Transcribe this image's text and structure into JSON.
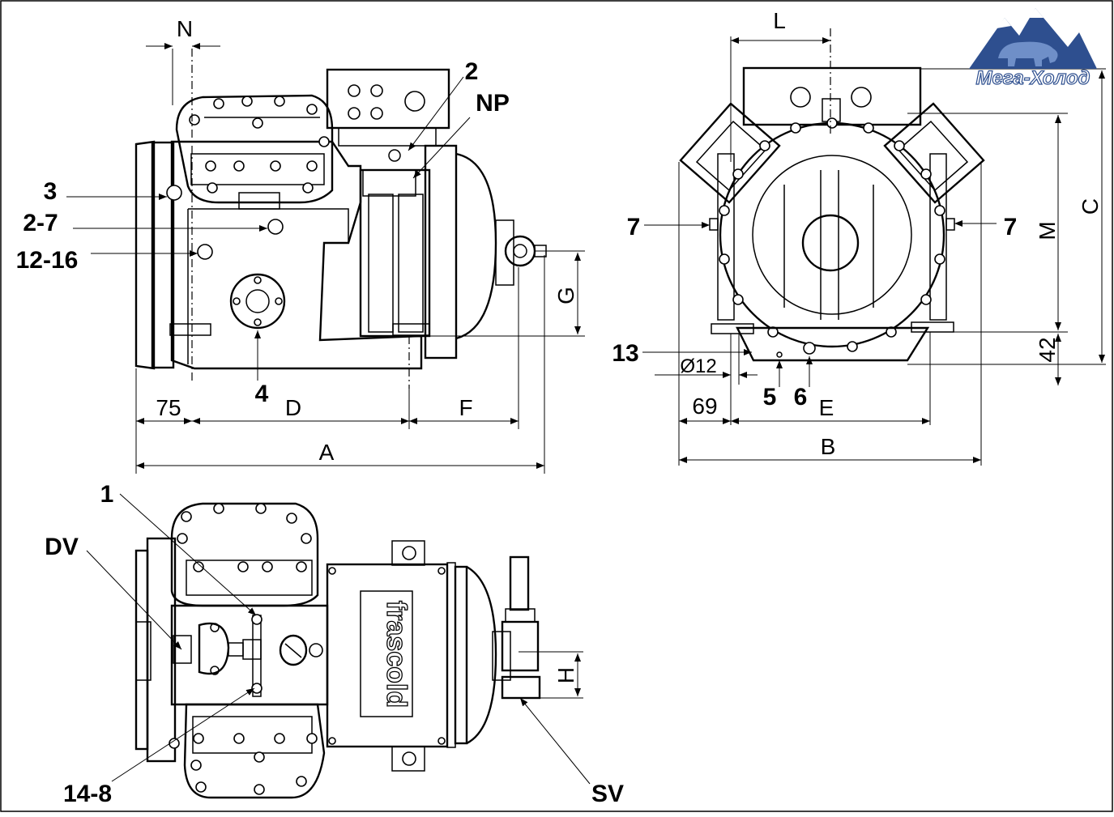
{
  "logo": {
    "text": "Мега-Холод",
    "primary_color": "#2e4f8f",
    "accent_color": "#6f8fc8"
  },
  "side_view": {
    "callouts": [
      "3",
      "2-7",
      "12-16",
      "4",
      "2",
      "NP"
    ],
    "dims": {
      "n": "N",
      "d75": "75",
      "d": "D",
      "f": "F",
      "a": "A",
      "g": "G"
    }
  },
  "front_view": {
    "callouts": [
      "7",
      "7",
      "13",
      "5",
      "6"
    ],
    "dims": {
      "l": "L",
      "c": "C",
      "m": "M",
      "d42": "42",
      "dia12": "Ø12",
      "d69": "69",
      "e": "E",
      "b": "B"
    }
  },
  "top_view": {
    "callouts": [
      "1",
      "DV",
      "14-8",
      "SV"
    ],
    "dims": {
      "h": "H"
    },
    "nameplate": "frascold"
  },
  "colors": {
    "line": "#000000",
    "background": "#ffffff"
  }
}
